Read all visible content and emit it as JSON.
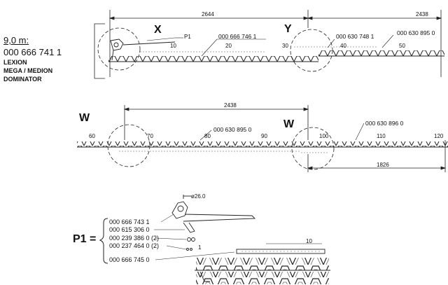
{
  "title": {
    "width": "9,0 m:",
    "part_number": "000 666 741 1",
    "models": [
      "LEXION",
      "MEGA / MEDION",
      "DOMINATOR"
    ]
  },
  "top_row": {
    "dim_left": "2644",
    "dim_right": "2438",
    "marker_x": "X",
    "marker_y": "Y",
    "label_p1": "P1",
    "part_left": "000 666 746 1",
    "part_mid": "000 630 748 1",
    "part_right": "000 630 895 0",
    "ticks": [
      "10",
      "20",
      "30",
      "40",
      "50"
    ]
  },
  "middle_row": {
    "dim_top": "2438",
    "dim_bottom": "1826",
    "marker_w1": "W",
    "marker_w2": "W",
    "part_left": "000 630 895 0",
    "part_right": "000 630 896 0",
    "ticks": [
      "60",
      "70",
      "80",
      "90",
      "100",
      "110",
      "120"
    ]
  },
  "detail_p1": {
    "label": "P1 =",
    "diameter": "ø26.0",
    "sub_1": "1",
    "sub_2": "10",
    "items": [
      "000 666 743 1",
      "000 615 306 0",
      "000 239 386 0 (2)",
      "000 237 464 0 (2)",
      "000 666 745 0"
    ]
  }
}
